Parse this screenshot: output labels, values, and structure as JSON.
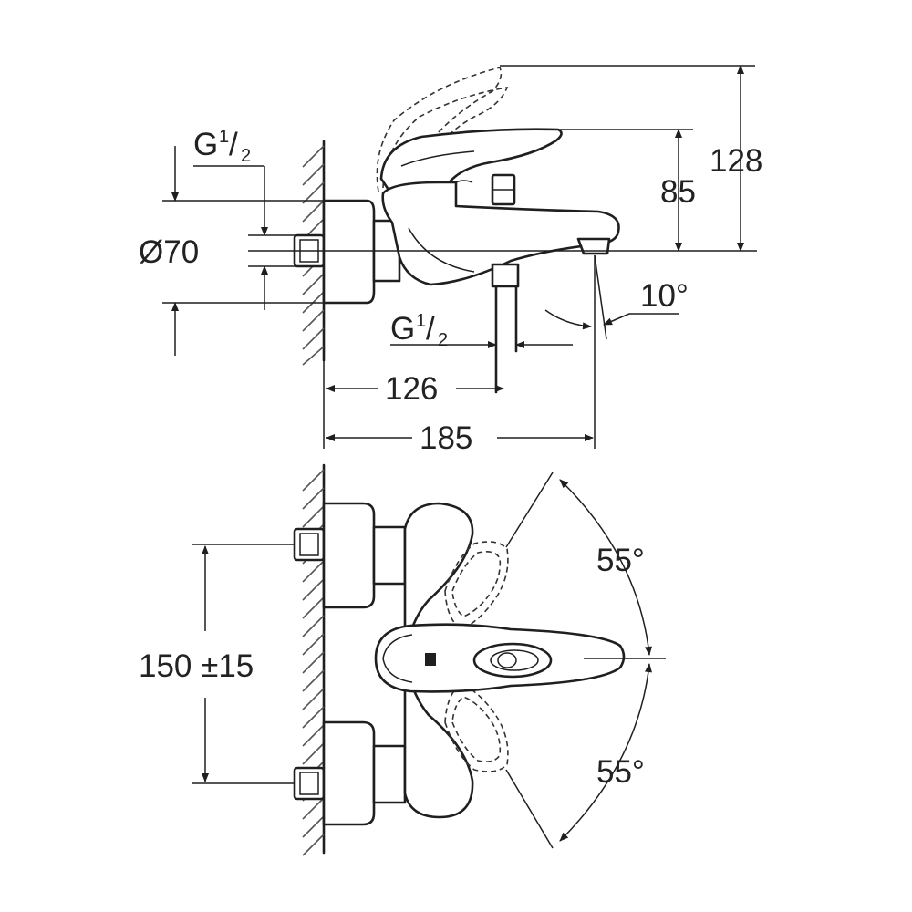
{
  "labels": {
    "height_total": "128",
    "height_spout": "85",
    "pipe_thread_top": "G",
    "pipe_thread_bottom": "G",
    "thread_fraction_num": "1",
    "thread_fraction_den": "2",
    "diameter": "Ø70",
    "angle_spout": "10°",
    "depth_outlet": "126",
    "depth_total": "185",
    "center_distance": "150 ±15",
    "lever_angle_up": "55°",
    "lever_angle_down": "55°"
  }
}
